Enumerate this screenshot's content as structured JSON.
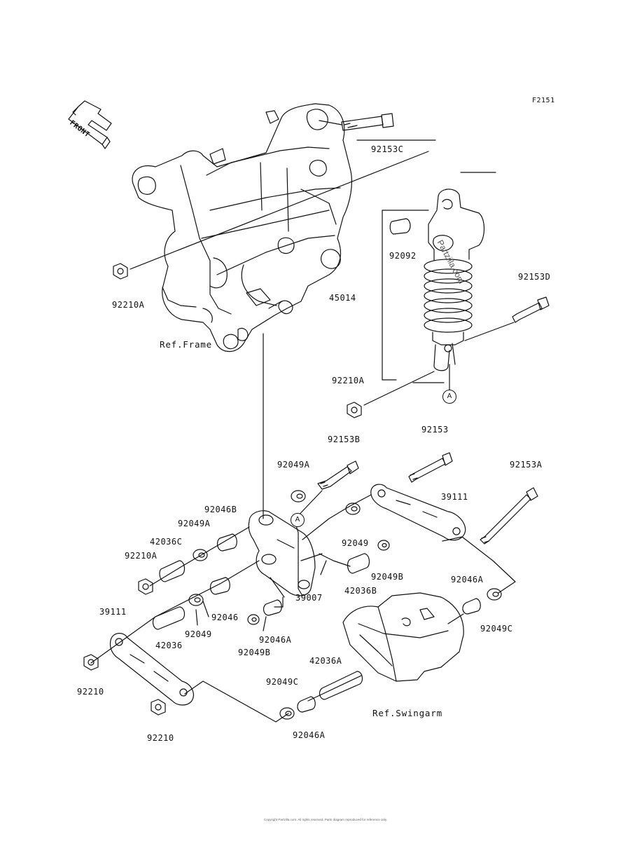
{
  "figure_code": "F2151",
  "front_indicator": "FRONT",
  "watermark": "Partzilla.com",
  "references": {
    "frame": "Ref.Frame",
    "swingarm": "Ref.Swingarm",
    "marker": "A"
  },
  "parts": [
    "92153C",
    "92092",
    "45014",
    "92153D",
    "92210A",
    "92210A",
    "92153B",
    "92153",
    "92153A",
    "92049A",
    "92046B",
    "92049A",
    "42036C",
    "92210A",
    "39111",
    "92049",
    "92049B",
    "42036B",
    "39007",
    "92046A",
    "92049C",
    "39111",
    "92049",
    "42036",
    "92046",
    "92046A",
    "92049B",
    "92210",
    "42036A",
    "92049C",
    "92046A",
    "92210"
  ],
  "footer": "Copyright Partzilla.com. All rights reserved. Parts diagram reproduced for reference only."
}
